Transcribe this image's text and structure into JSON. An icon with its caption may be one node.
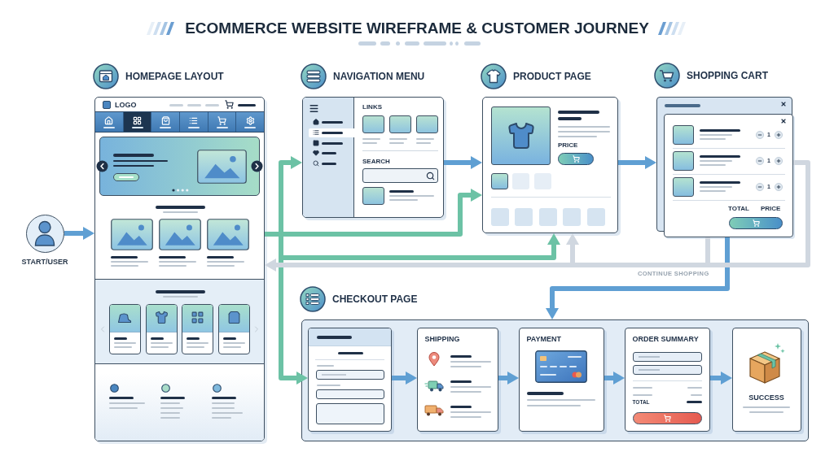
{
  "diagram": {
    "title": "ECOMMERCE WEBSITE WIREFRAME & CUSTOMER JOURNEY",
    "nodes": [
      {
        "text": [
          "START/USER"
        ]
      },
      {
        "text": [
          "HOMEPAGE LAYOUT",
          "LOGO"
        ]
      },
      {
        "text": [
          "NAVIGATION MENU",
          "LINKS",
          "SEARCH"
        ]
      },
      {
        "text": [
          "PRODUCT PAGE",
          "PRICE"
        ]
      },
      {
        "text": [
          "SHOPPING CART",
          "1",
          "1",
          "1",
          "TOTAL",
          "PRICE"
        ]
      },
      {
        "text": [
          "CHECKOUT PAGE"
        ]
      },
      {
        "text": [],
        "shape": "box",
        "in": 5
      },
      {
        "text": [
          "SHIPPING"
        ],
        "in": 5
      },
      {
        "text": [
          "PAYMENT"
        ],
        "in": 5
      },
      {
        "text": [
          "ORDER SUMMARY",
          "TOTAL"
        ],
        "in": 5
      },
      {
        "text": [
          "SUCCESS"
        ],
        "in": 5
      }
    ],
    "edges": [
      {
        "from": 0,
        "to": 1,
        "arrow": "to"
      },
      {
        "from": 1,
        "to": 2,
        "arrow": "to",
        "color": "#6cc2a5"
      },
      {
        "from": 1,
        "to": 3,
        "arrow": "to",
        "color": "#6cc2a5"
      },
      {
        "from": 1,
        "to": 3,
        "arrow": "to",
        "color": "#6cc2a5"
      },
      {
        "from": 1,
        "to": 6,
        "arrow": "to",
        "color": "#6cc2a5"
      },
      {
        "from": 2,
        "to": 3,
        "arrow": "to"
      },
      {
        "from": 3,
        "to": 4,
        "arrow": "to"
      },
      {
        "from": 4,
        "to": 3,
        "arrow": "to",
        "color": "#d0d7e0"
      },
      {
        "from": 4,
        "to": 1,
        "arrow": "to",
        "label": "CONTINUE SHOPPING",
        "color": "#d0d7e0"
      },
      {
        "from": 4,
        "to": 5,
        "arrow": "to"
      },
      {
        "from": 6,
        "to": 7,
        "arrow": "to"
      },
      {
        "from": 7,
        "to": 8,
        "arrow": "to"
      },
      {
        "from": 8,
        "to": 9,
        "arrow": "to"
      },
      {
        "from": 9,
        "to": 10,
        "arrow": "to"
      }
    ]
  }
}
